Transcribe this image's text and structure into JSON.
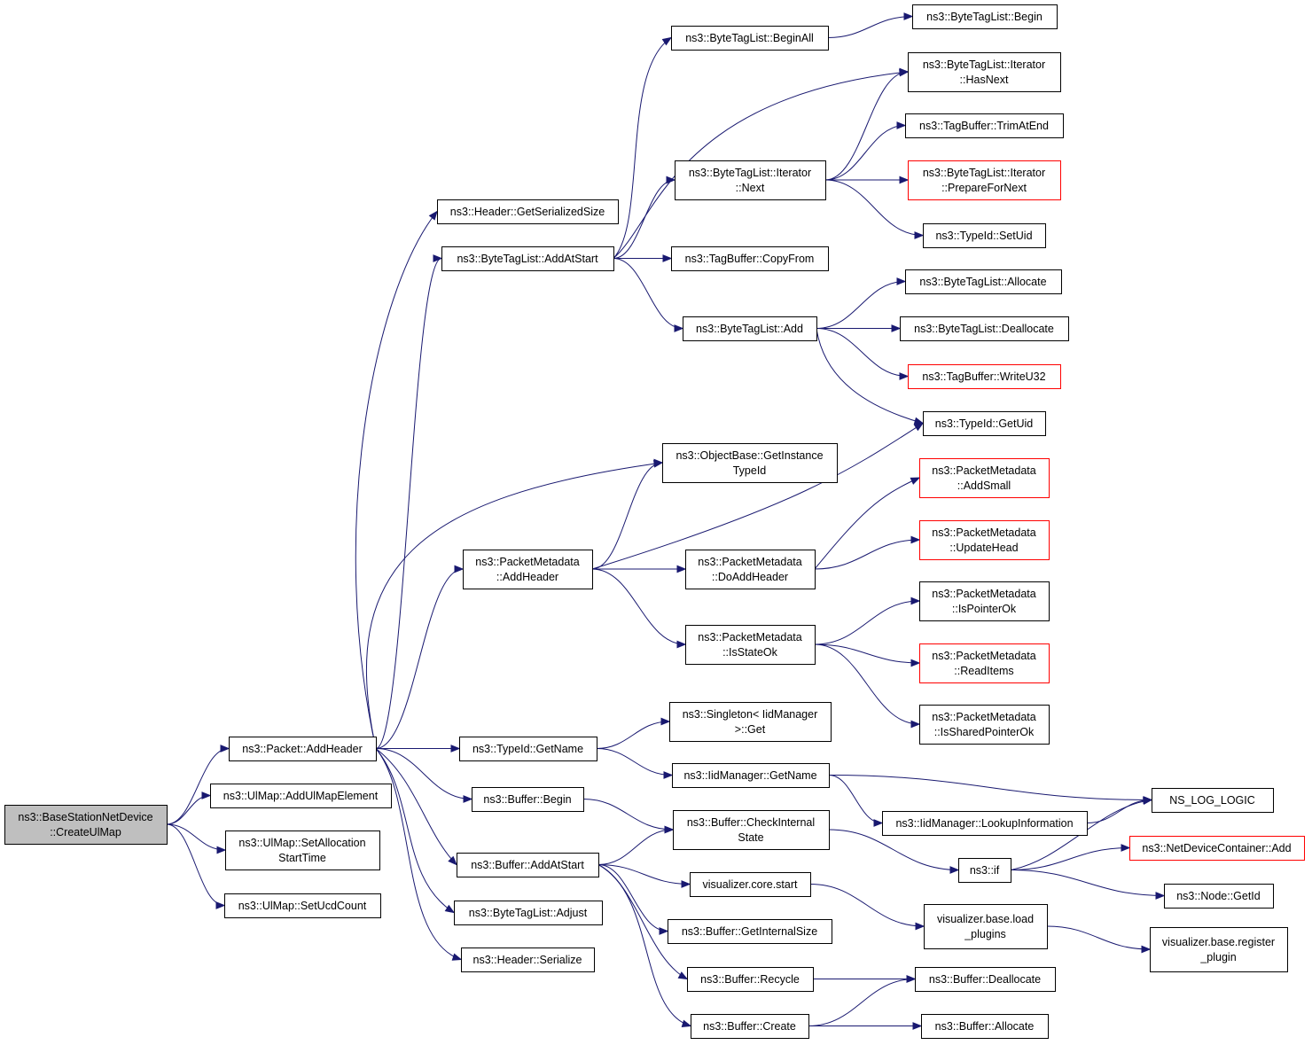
{
  "graph": {
    "nodes": [
      {
        "id": "root",
        "lines": [
          "ns3::BaseStationNetDevice",
          "::CreateUlMap"
        ],
        "style": "root"
      },
      {
        "id": "pkt_addheader",
        "lines": [
          "ns3::Packet::AddHeader"
        ]
      },
      {
        "id": "ulmap_addelem",
        "lines": [
          "ns3::UlMap::AddUlMapElement"
        ]
      },
      {
        "id": "ulmap_setalloc",
        "lines": [
          "ns3::UlMap::SetAllocation",
          "StartTime"
        ]
      },
      {
        "id": "ulmap_setucd",
        "lines": [
          "ns3::UlMap::SetUcdCount"
        ]
      },
      {
        "id": "hdr_getsersize",
        "lines": [
          "ns3::Header::GetSerializedSize"
        ]
      },
      {
        "id": "btl_addatstart",
        "lines": [
          "ns3::ByteTagList::AddAtStart"
        ]
      },
      {
        "id": "btl_beginall",
        "lines": [
          "ns3::ByteTagList::BeginAll"
        ]
      },
      {
        "id": "btl_begin",
        "lines": [
          "ns3::ByteTagList::Begin"
        ]
      },
      {
        "id": "btl_it_hasnext",
        "lines": [
          "ns3::ByteTagList::Iterator",
          "::HasNext"
        ]
      },
      {
        "id": "btl_it_next",
        "lines": [
          "ns3::ByteTagList::Iterator",
          "::Next"
        ]
      },
      {
        "id": "tb_trimatend",
        "lines": [
          "ns3::TagBuffer::TrimAtEnd"
        ]
      },
      {
        "id": "btl_it_prepare",
        "lines": [
          "ns3::ByteTagList::Iterator",
          "::PrepareForNext"
        ],
        "style": "red"
      },
      {
        "id": "typeid_setuid",
        "lines": [
          "ns3::TypeId::SetUid"
        ]
      },
      {
        "id": "tb_copyfrom",
        "lines": [
          "ns3::TagBuffer::CopyFrom"
        ]
      },
      {
        "id": "btl_add",
        "lines": [
          "ns3::ByteTagList::Add"
        ]
      },
      {
        "id": "btl_allocate",
        "lines": [
          "ns3::ByteTagList::Allocate"
        ]
      },
      {
        "id": "btl_deallocate",
        "lines": [
          "ns3::ByteTagList::Deallocate"
        ]
      },
      {
        "id": "tb_writeu32",
        "lines": [
          "ns3::TagBuffer::WriteU32"
        ],
        "style": "red"
      },
      {
        "id": "typeid_getuid",
        "lines": [
          "ns3::TypeId::GetUid"
        ]
      },
      {
        "id": "ob_getinst",
        "lines": [
          "ns3::ObjectBase::GetInstance",
          "TypeId"
        ]
      },
      {
        "id": "pm_addheader",
        "lines": [
          "ns3::PacketMetadata",
          "::AddHeader"
        ]
      },
      {
        "id": "pm_addsmall",
        "lines": [
          "ns3::PacketMetadata",
          "::AddSmall"
        ],
        "style": "red"
      },
      {
        "id": "pm_updatehead",
        "lines": [
          "ns3::PacketMetadata",
          "::UpdateHead"
        ],
        "style": "red"
      },
      {
        "id": "pm_doaddheader",
        "lines": [
          "ns3::PacketMetadata",
          "::DoAddHeader"
        ]
      },
      {
        "id": "pm_ispointerok",
        "lines": [
          "ns3::PacketMetadata",
          "::IsPointerOk"
        ]
      },
      {
        "id": "pm_isstateok",
        "lines": [
          "ns3::PacketMetadata",
          "::IsStateOk"
        ]
      },
      {
        "id": "pm_readitems",
        "lines": [
          "ns3::PacketMetadata",
          "::ReadItems"
        ],
        "style": "red"
      },
      {
        "id": "pm_issharedptr",
        "lines": [
          "ns3::PacketMetadata",
          "::IsSharedPointerOk"
        ]
      },
      {
        "id": "singleton_get",
        "lines": [
          "ns3::Singleton< IidManager",
          ">::Get"
        ]
      },
      {
        "id": "typeid_getname",
        "lines": [
          "ns3::TypeId::GetName"
        ]
      },
      {
        "id": "iid_getname",
        "lines": [
          "ns3::IidManager::GetName"
        ]
      },
      {
        "id": "ns_log_logic",
        "lines": [
          "NS_LOG_LOGIC"
        ]
      },
      {
        "id": "iid_lookup",
        "lines": [
          "ns3::IidManager::LookupInformation"
        ]
      },
      {
        "id": "buf_begin",
        "lines": [
          "ns3::Buffer::Begin"
        ]
      },
      {
        "id": "buf_checkint",
        "lines": [
          "ns3::Buffer::CheckInternal",
          "State"
        ]
      },
      {
        "id": "buf_addatstart",
        "lines": [
          "ns3::Buffer::AddAtStart"
        ]
      },
      {
        "id": "ns3_if",
        "lines": [
          "ns3::if"
        ]
      },
      {
        "id": "ndc_add",
        "lines": [
          "ns3::NetDeviceContainer::Add"
        ],
        "style": "red"
      },
      {
        "id": "node_getid",
        "lines": [
          "ns3::Node::GetId"
        ]
      },
      {
        "id": "vis_core_start",
        "lines": [
          "visualizer.core.start"
        ]
      },
      {
        "id": "vis_base_load",
        "lines": [
          "visualizer.base.load",
          "_plugins"
        ]
      },
      {
        "id": "vis_base_register",
        "lines": [
          "visualizer.base.register",
          "_plugin"
        ]
      },
      {
        "id": "btl_adjust",
        "lines": [
          "ns3::ByteTagList::Adjust"
        ]
      },
      {
        "id": "buf_getintsize",
        "lines": [
          "ns3::Buffer::GetInternalSize"
        ]
      },
      {
        "id": "hdr_serialize",
        "lines": [
          "ns3::Header::Serialize"
        ]
      },
      {
        "id": "buf_recycle",
        "lines": [
          "ns3::Buffer::Recycle"
        ]
      },
      {
        "id": "buf_deallocate",
        "lines": [
          "ns3::Buffer::Deallocate"
        ]
      },
      {
        "id": "buf_create",
        "lines": [
          "ns3::Buffer::Create"
        ]
      },
      {
        "id": "buf_allocate",
        "lines": [
          "ns3::Buffer::Allocate"
        ]
      }
    ],
    "edges": [
      {
        "from": "root",
        "to": "pkt_addheader"
      },
      {
        "from": "root",
        "to": "ulmap_addelem"
      },
      {
        "from": "root",
        "to": "ulmap_setalloc"
      },
      {
        "from": "root",
        "to": "ulmap_setucd"
      },
      {
        "from": "pkt_addheader",
        "to": "hdr_getsersize"
      },
      {
        "from": "pkt_addheader",
        "to": "btl_addatstart"
      },
      {
        "from": "pkt_addheader",
        "to": "ob_getinst"
      },
      {
        "from": "pkt_addheader",
        "to": "pm_addheader"
      },
      {
        "from": "pkt_addheader",
        "to": "typeid_getname"
      },
      {
        "from": "pkt_addheader",
        "to": "buf_begin"
      },
      {
        "from": "pkt_addheader",
        "to": "buf_addatstart"
      },
      {
        "from": "pkt_addheader",
        "to": "btl_adjust"
      },
      {
        "from": "pkt_addheader",
        "to": "hdr_serialize"
      },
      {
        "from": "btl_addatstart",
        "to": "btl_beginall"
      },
      {
        "from": "btl_addatstart",
        "to": "btl_it_hasnext"
      },
      {
        "from": "btl_addatstart",
        "to": "btl_it_next"
      },
      {
        "from": "btl_addatstart",
        "to": "tb_copyfrom"
      },
      {
        "from": "btl_addatstart",
        "to": "btl_add"
      },
      {
        "from": "btl_beginall",
        "to": "btl_begin"
      },
      {
        "from": "btl_it_next",
        "to": "btl_it_hasnext"
      },
      {
        "from": "btl_it_next",
        "to": "tb_trimatend"
      },
      {
        "from": "btl_it_next",
        "to": "btl_it_prepare"
      },
      {
        "from": "btl_it_next",
        "to": "typeid_setuid"
      },
      {
        "from": "btl_add",
        "to": "btl_allocate"
      },
      {
        "from": "btl_add",
        "to": "btl_deallocate"
      },
      {
        "from": "btl_add",
        "to": "tb_writeu32"
      },
      {
        "from": "btl_add",
        "to": "typeid_getuid"
      },
      {
        "from": "pm_addheader",
        "to": "ob_getinst"
      },
      {
        "from": "pm_addheader",
        "to": "typeid_getuid"
      },
      {
        "from": "pm_addheader",
        "to": "pm_doaddheader"
      },
      {
        "from": "pm_addheader",
        "to": "pm_isstateok"
      },
      {
        "from": "pm_doaddheader",
        "to": "pm_addsmall"
      },
      {
        "from": "pm_doaddheader",
        "to": "pm_updatehead"
      },
      {
        "from": "pm_isstateok",
        "to": "pm_ispointerok"
      },
      {
        "from": "pm_isstateok",
        "to": "pm_readitems"
      },
      {
        "from": "pm_isstateok",
        "to": "pm_issharedptr"
      },
      {
        "from": "typeid_getname",
        "to": "singleton_get"
      },
      {
        "from": "typeid_getname",
        "to": "iid_getname"
      },
      {
        "from": "iid_getname",
        "to": "ns_log_logic"
      },
      {
        "from": "iid_getname",
        "to": "iid_lookup"
      },
      {
        "from": "iid_lookup",
        "to": "ns_log_logic"
      },
      {
        "from": "buf_begin",
        "to": "buf_checkint"
      },
      {
        "from": "buf_addatstart",
        "to": "buf_checkint"
      },
      {
        "from": "buf_addatstart",
        "to": "vis_core_start"
      },
      {
        "from": "buf_addatstart",
        "to": "buf_getintsize"
      },
      {
        "from": "buf_addatstart",
        "to": "buf_recycle"
      },
      {
        "from": "buf_addatstart",
        "to": "buf_create"
      },
      {
        "from": "buf_checkint",
        "to": "ns3_if"
      },
      {
        "from": "ns3_if",
        "to": "ns_log_logic"
      },
      {
        "from": "ns3_if",
        "to": "ndc_add"
      },
      {
        "from": "ns3_if",
        "to": "node_getid"
      },
      {
        "from": "vis_core_start",
        "to": "vis_base_load"
      },
      {
        "from": "vis_base_load",
        "to": "vis_base_register"
      },
      {
        "from": "buf_recycle",
        "to": "buf_deallocate"
      },
      {
        "from": "buf_create",
        "to": "buf_deallocate"
      },
      {
        "from": "buf_create",
        "to": "buf_allocate"
      }
    ]
  }
}
